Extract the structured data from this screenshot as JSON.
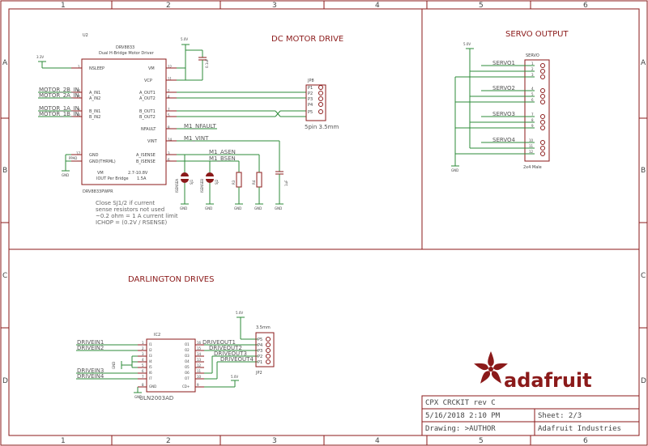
{
  "ruler": {
    "columns": [
      "1",
      "2",
      "3",
      "4",
      "5",
      "6"
    ],
    "rows": [
      "A",
      "B",
      "C",
      "D"
    ]
  },
  "sections": {
    "dc_motor": "DC MOTOR DRIVE",
    "servo": "SERVO OUTPUT",
    "darlington": "DARLINGTON DRIVES"
  },
  "drv8833": {
    "ref": "U2",
    "name": "DRV8833",
    "desc": "Dual H-Bridge Motor Driver",
    "part": "DRV8833PWPR",
    "vm_range_label": "VM",
    "vm_range": "2.7-10.8V",
    "iout_label": "IOUT Per Bridge",
    "iout": "1.5A",
    "pins_left": [
      {
        "num": "1",
        "name": "NSLEEP"
      },
      {
        "num": "16",
        "name": "A_IN1"
      },
      {
        "num": "15",
        "name": "A_IN2"
      },
      {
        "num": "9",
        "name": "B_IN1"
      },
      {
        "num": "10",
        "name": "B_IN2"
      },
      {
        "num": "17",
        "name": "GND"
      },
      {
        "num": "",
        "name": "GND(THRML)"
      }
    ],
    "pins_right": [
      {
        "num": "12",
        "name": "VM"
      },
      {
        "num": "11",
        "name": "VCP"
      },
      {
        "num": "2",
        "name": "A_OUT1"
      },
      {
        "num": "4",
        "name": "A_OUT2"
      },
      {
        "num": "7",
        "name": "B_OUT1"
      },
      {
        "num": "5",
        "name": "B_OUT2"
      },
      {
        "num": "8",
        "name": "NFAULT"
      },
      {
        "num": "14",
        "name": "VINT"
      },
      {
        "num": "3",
        "name": "A_ISENSE"
      },
      {
        "num": "6",
        "name": "B_ISENSE"
      }
    ]
  },
  "motor_nets": [
    "MOTOR_2B_IN",
    "MOTOR_2A_IN",
    "MOTOR_1A_IN",
    "MOTOR_1B_IN"
  ],
  "motor_misc": {
    "v33": "3.3V",
    "v50": "5.0V",
    "ppad": "PPAD",
    "gnd": "GND",
    "nfault_net": "M1_NFAULT",
    "vint_net": "M1_VINT",
    "asen_net": "M1_ASEN",
    "bsen_net": "M1_BSEN",
    "cap_top": "0.1uF",
    "isense_a": "ISENSEA",
    "isense_b": "ISENSEB",
    "sj1": "SJ1",
    "sj2": "SJ2",
    "r3": "R3",
    "r4": "R4",
    "c_vint": "1uF"
  },
  "jp8": {
    "ref": "JP8",
    "pins": [
      "P1",
      "P2",
      "P3",
      "P4",
      "P5"
    ],
    "desc": "5pin 3.5mm"
  },
  "note": [
    "Close SJ1/2 if current",
    "sense resistors not used",
    "~0.2 ohm = 1 A current limit",
    "ICHOP = (0.2V / RSENSE)"
  ],
  "servo": {
    "v50": "5.0V",
    "gnd": "GND",
    "header_name": "SERVO",
    "header_desc": "2x4 Male",
    "nets": [
      "SERVO1",
      "SERVO2",
      "SERVO3",
      "SERVO4"
    ],
    "pins": [
      "1",
      "2",
      "3",
      "4",
      "5",
      "6",
      "7",
      "8",
      "9",
      "10",
      "11",
      "12"
    ]
  },
  "uln": {
    "ref": "IC2",
    "part": "ULN2003AD",
    "inputs": [
      {
        "num": "1",
        "name": "I1"
      },
      {
        "num": "2",
        "name": "I2"
      },
      {
        "num": "3",
        "name": "I3"
      },
      {
        "num": "4",
        "name": "I4"
      },
      {
        "num": "5",
        "name": "I5"
      },
      {
        "num": "6",
        "name": "I6"
      },
      {
        "num": "7",
        "name": "I7"
      },
      {
        "num": "8",
        "name": "GND"
      }
    ],
    "outputs": [
      {
        "num": "16",
        "name": "O1"
      },
      {
        "num": "15",
        "name": "O2"
      },
      {
        "num": "14",
        "name": "O3"
      },
      {
        "num": "13",
        "name": "O4"
      },
      {
        "num": "12",
        "name": "O5"
      },
      {
        "num": "11",
        "name": "O6"
      },
      {
        "num": "10",
        "name": "O7"
      },
      {
        "num": "9",
        "name": "CD+"
      }
    ],
    "drive_in": [
      "DRIVEIN1",
      "DRIVEIN2",
      "DRIVEIN3",
      "DRIVEIN4"
    ],
    "drive_out": [
      "DRIVEOUT1",
      "DRIVEOUT2",
      "DRIVEOUT3",
      "DRIVEOUT4"
    ],
    "v50": "5.0V",
    "gnd": "GND"
  },
  "jp2": {
    "ref": "JP2",
    "desc": "3.5mm",
    "pins": [
      "P5",
      "P4",
      "P3",
      "P2",
      "P1"
    ],
    "v50": "5.0V"
  },
  "brand": {
    "name": "adafruit"
  },
  "title_block": {
    "title": "CPX CRCKIT rev C",
    "date": "5/16/2018 2:10 PM",
    "sheet": "Sheet: 2/3",
    "drawing": "Drawing: >AUTHOR",
    "company": "Adafruit Industries"
  },
  "colors": {
    "frame": "#8b1a1a",
    "wire": "#2e8b3a",
    "text": "#444444"
  }
}
